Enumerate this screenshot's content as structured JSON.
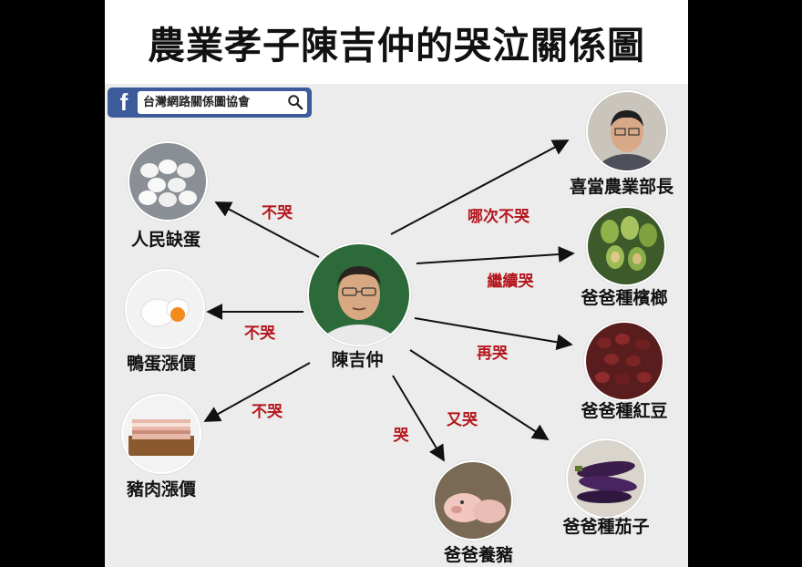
{
  "title": "農業孝子陳吉仲的哭泣關係圖",
  "source_badge": {
    "icon": "facebook-icon",
    "text": "台灣網路關係圖協會"
  },
  "center": {
    "label": "陳吉仲"
  },
  "nodes": [
    {
      "id": "eggs",
      "label": "人民缺蛋"
    },
    {
      "id": "duck-eggs",
      "label": "鴨蛋漲價"
    },
    {
      "id": "pork",
      "label": "豬肉漲價"
    },
    {
      "id": "minister",
      "label": "喜當農業部長"
    },
    {
      "id": "betel",
      "label": "爸爸種檳榔"
    },
    {
      "id": "red-beans",
      "label": "爸爸種紅豆"
    },
    {
      "id": "eggplant",
      "label": "爸爸種茄子"
    },
    {
      "id": "pigs",
      "label": "爸爸養豬"
    }
  ],
  "edges": [
    {
      "to": "eggs",
      "label": "不哭"
    },
    {
      "to": "duck-eggs",
      "label": "不哭"
    },
    {
      "to": "pork",
      "label": "不哭"
    },
    {
      "to": "minister",
      "label": "哪次不哭"
    },
    {
      "to": "betel",
      "label": "繼續哭"
    },
    {
      "to": "red-beans",
      "label": "再哭"
    },
    {
      "to": "eggplant",
      "label": "又哭"
    },
    {
      "to": "pigs",
      "label": "哭"
    }
  ],
  "colors": {
    "edge_label": "#b4161c",
    "badge": "#3d5a9a"
  }
}
